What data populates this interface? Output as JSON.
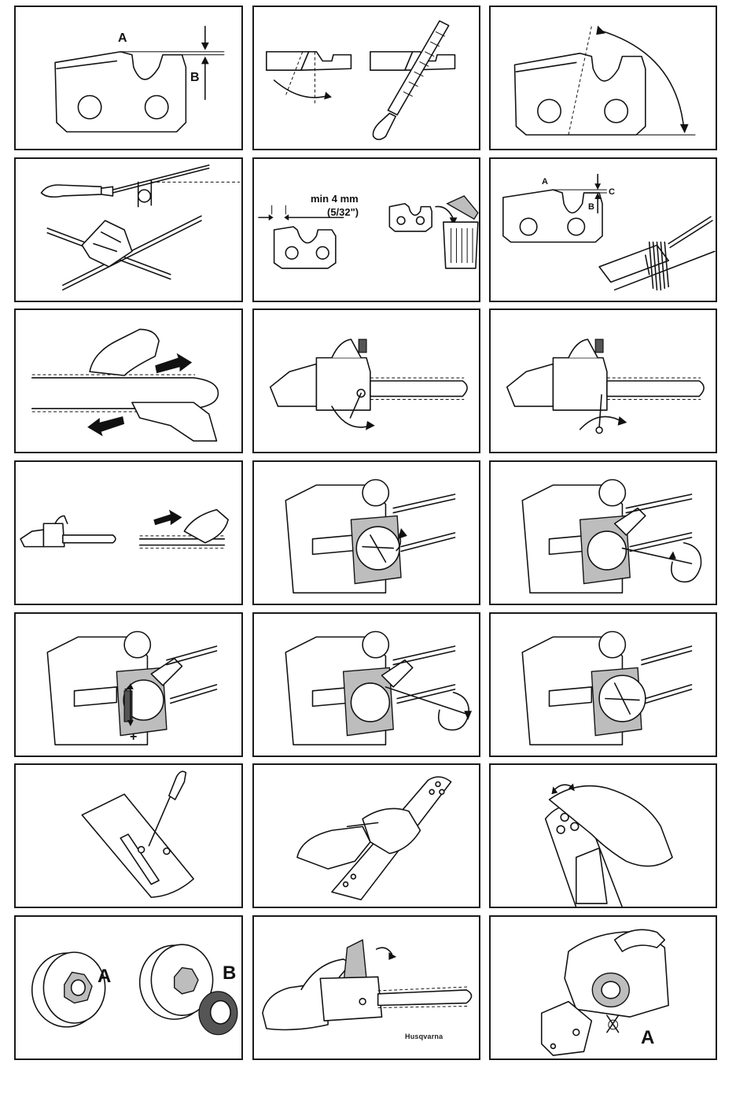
{
  "labels": {
    "p1_a": "A",
    "p1_b": "B",
    "p5_measure_line1": "min 4 mm",
    "p5_measure_line2": "(5/32\")",
    "p6_a": "A",
    "p6_b": "B",
    "p6_c": "C",
    "p13_minus": "–",
    "p13_plus": "+",
    "p19_a": "A",
    "p19_b": "B",
    "p20_brand": "Husqvarna",
    "p21_a": "A"
  }
}
